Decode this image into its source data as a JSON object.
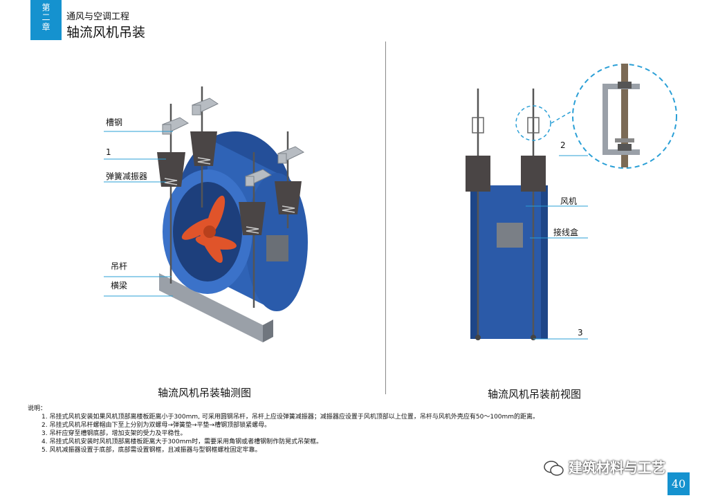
{
  "header": {
    "chapter": [
      "第",
      "二",
      "章"
    ],
    "subtitle": "通风与空调工程",
    "title": "轴流风机吊装"
  },
  "left_labels": {
    "channel": "槽钢",
    "n1": "1",
    "spring": "弹簧减振器",
    "rod": "吊杆",
    "beam": "横梁"
  },
  "right_labels": {
    "n2": "2",
    "fan": "风机",
    "junction": "接线盒",
    "n3": "3"
  },
  "captions": {
    "left": "轴流风机吊装轴测图",
    "right": "轴流风机吊装前视图"
  },
  "notes": {
    "heading": "说明：",
    "lines": [
      "1. 吊挂式风机安装如果风机顶部离楼板距离小于300mm, 可采用圆钢吊杆，吊杆上应设弹簧减振器；减振器应设置于风机顶部以上位置，吊杆与风机外壳应有50～100mm的距离。",
      "2. 吊挂式风机吊杆螺帽由下至上分别为双螺母→弹簧垫→平垫→槽钢顶部锁紧螺母。",
      "3. 吊杆应穿至槽钢底部，增加支架的受力及平稳性。",
      "4. 吊挂式风机安装时风机顶部离楼板距离大于300mm时，需要采用角钢或者槽钢制作防晃式吊架框。",
      "5. 风机减振器设置于底部，底部需设置钢框，且减振器与型钢框螺栓固定牢靠。"
    ]
  },
  "watermark": "建筑材料与工艺",
  "page_number": "40",
  "colors": {
    "accent": "#1592cf",
    "fan_blue": "#2f63b6",
    "blade": "#e0542a"
  }
}
